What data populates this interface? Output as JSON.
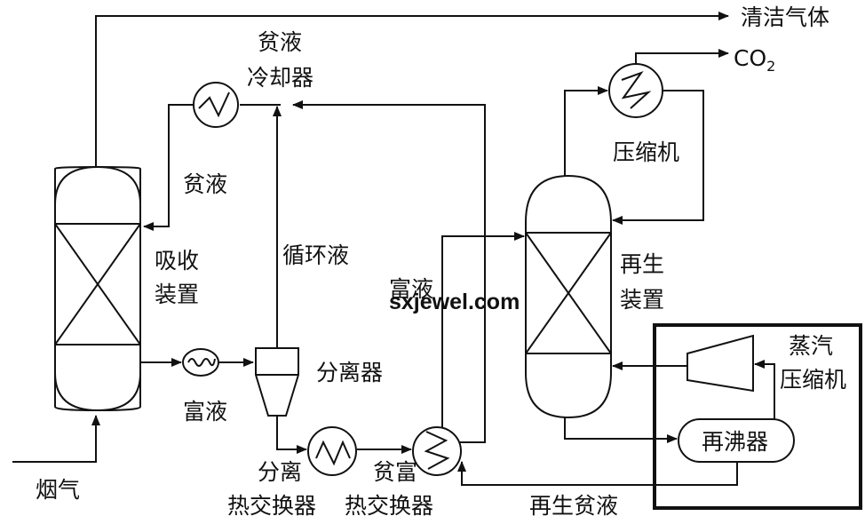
{
  "labels": {
    "clean_gas": "清洁气体",
    "co2_main": "CO",
    "co2_sub": "2",
    "lean_cooler_line1": "贫液",
    "lean_cooler_line2": "冷却器",
    "compressor": "压缩机",
    "lean_liquid": "贫液",
    "absorber_line1": "吸收",
    "absorber_line2": "装置",
    "circulating_liquid": "循环液",
    "rich_liquid_right": "富液",
    "regenerator_line1": "再生",
    "regenerator_line2": "装置",
    "steam_compressor_line1": "蒸汽",
    "steam_compressor_line2": "压缩机",
    "separator": "分离器",
    "rich_liquid_bottom": "富液",
    "reboiler": "再沸器",
    "flue_gas": "烟气",
    "sep_hx_line1": "分离",
    "sep_hx_line2": "热交换器",
    "lean_rich_hx_line1": "贫富",
    "lean_rich_hx_line2": "热交换器",
    "regenerated_lean": "再生贫液"
  },
  "watermark": "sxjewel.com",
  "colors": {
    "line": "#111111",
    "background": "#ffffff"
  }
}
